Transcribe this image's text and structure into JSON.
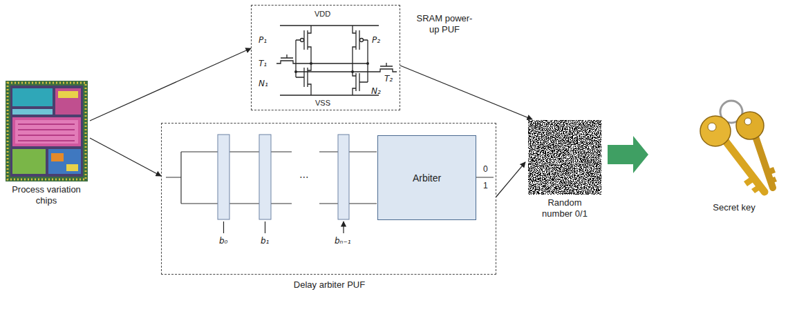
{
  "diagram": {
    "nodes": [
      {
        "text": [
          "Process variation chips"
        ]
      },
      {
        "text": [
          "SRAM power-up PUF"
        ]
      },
      {
        "text": [
          "Delay arbiter PUF"
        ]
      },
      {
        "text": [
          "Arbiter"
        ],
        "in": 2
      },
      {
        "text": [
          "Random number 0/1"
        ]
      },
      {
        "text": [
          "Secret key"
        ]
      }
    ],
    "edges": [
      {
        "from": 0,
        "to": 1,
        "arrow": "to"
      },
      {
        "from": 0,
        "to": 2,
        "arrow": "to"
      },
      {
        "from": 1,
        "to": 4,
        "arrow": "to"
      },
      {
        "from": 2,
        "to": 4,
        "arrow": "to"
      },
      {
        "from": 4,
        "to": 5,
        "arrow": "to"
      }
    ],
    "labels": [
      "VDD",
      "P₁",
      "P₂",
      "T₁",
      "T₂",
      "N₁",
      "N₂",
      "VSS",
      "b₀",
      "b₁",
      "⋯",
      "bₙ₋₁",
      "0",
      "1"
    ]
  }
}
